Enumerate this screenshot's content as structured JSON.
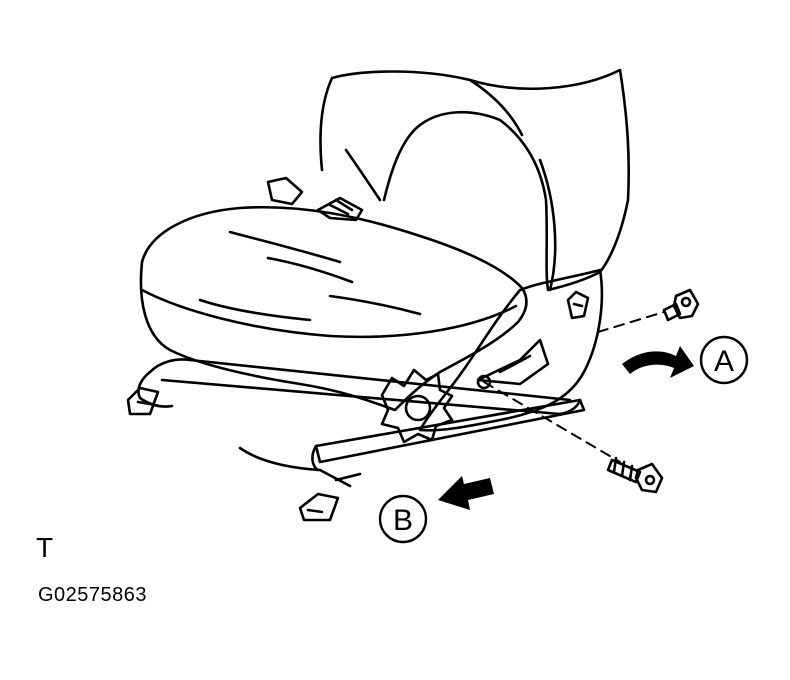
{
  "callouts": {
    "a_label": "A",
    "b_label": "B"
  },
  "corner_mark": "T",
  "figure_code": "G02575863"
}
